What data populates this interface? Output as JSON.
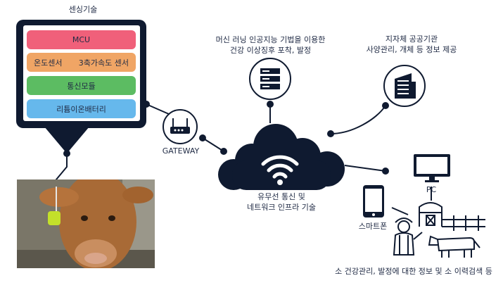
{
  "title_sensing": "센싱기술",
  "sensing": {
    "mcu": "MCU",
    "temp": "온도센서",
    "accel": "3축가속도 센서",
    "comm": "통신모듈",
    "battery": "리튬이온배터리"
  },
  "gateway_label": "GATEWAY",
  "ml_text_1": "머신 러닝 인공지능 기법을 이용한",
  "ml_text_2": "건강 이상징후 포착, 발정",
  "gov_text_1": "지자체 공공기관",
  "gov_text_2": "사양관리, 개체 등 정보 제공",
  "cloud_text_1": "유무선 통신 및",
  "cloud_text_2": "네트워크 인프라 기술",
  "pc_label": "PC",
  "smartphone_label": "스마트폰",
  "bottom_text": "소 건강관리, 발정에 대한 정보 및 소 이력검색 등",
  "colors": {
    "dark": "#0f1a30",
    "mcu": "#f0607a",
    "sensor": "#f0a565",
    "comm": "#5cbc62",
    "battery": "#66b8ec"
  }
}
